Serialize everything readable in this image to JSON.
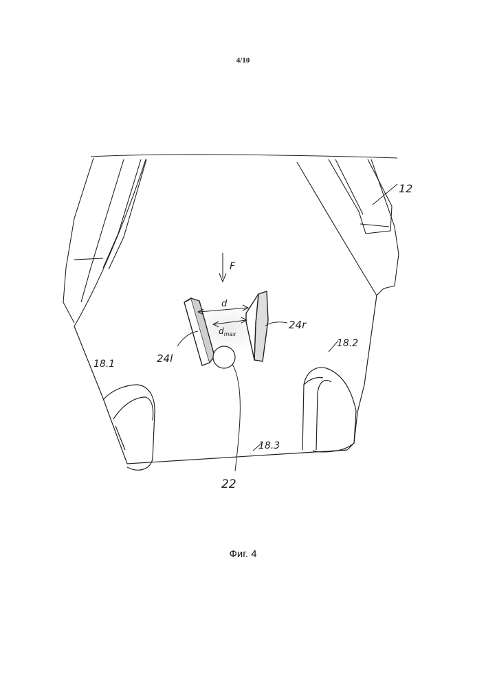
{
  "page": {
    "number": "4/10"
  },
  "figure": {
    "caption": "Фиг. 4"
  },
  "labels": {
    "housing": "12",
    "force": "F",
    "distance": "d",
    "distance_max": "d",
    "distance_max_sub": "max",
    "left_tooth": "24l",
    "right_tooth": "24r",
    "face_left": "18.1",
    "face_right": "18.2",
    "face_bottom": "18.3",
    "ball": "22"
  }
}
